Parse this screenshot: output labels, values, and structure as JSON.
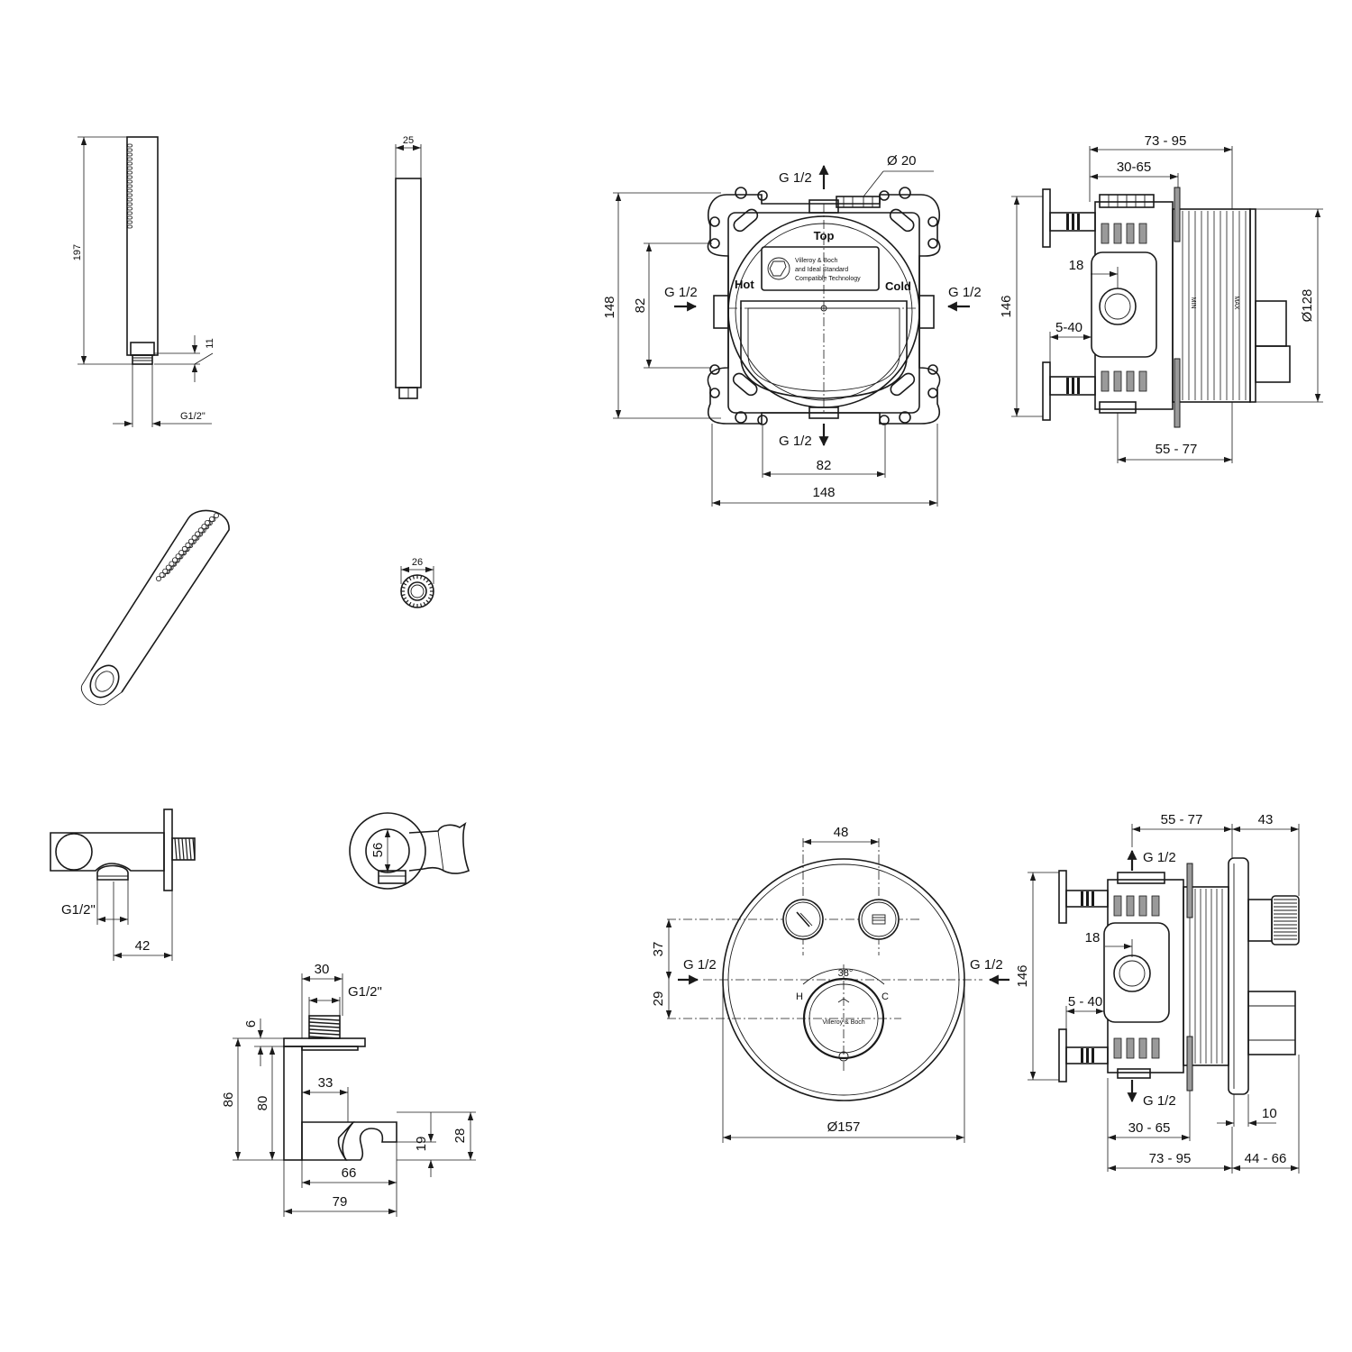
{
  "views": {
    "handshower_front": {
      "d_length": "197",
      "d_thread_len": "11",
      "d_thread": "G1/2\""
    },
    "handshower_side": {
      "d_width": "25"
    },
    "handshower_end": {
      "d_diameter": "26"
    },
    "box_front": {
      "top_inlet": "G 1/2",
      "bottom_outlet": "G 1/2",
      "left_inlet": "G 1/2",
      "right_inlet": "G 1/2",
      "d_top_pipe": "Ø 20",
      "d_height": "148",
      "d_inner_height": "82",
      "d_inner_width": "82",
      "d_width": "148",
      "label_top": "Top",
      "label_hot": "Hot",
      "label_cold": "Cold",
      "logo_line1": "Villeroy & Boch",
      "logo_line2": "and Ideal Standard",
      "logo_line3": "Compatible Technology"
    },
    "box_side": {
      "d_top_range": "73 - 95",
      "d_mid_range": "30-65",
      "d_pipe": "18",
      "d_height": "146",
      "d_offset": "5-40",
      "d_diameter": "Ø128",
      "d_bottom_range": "55 - 77",
      "mark_min": "MIN",
      "mark_max": "MAX"
    },
    "wall_elbow_front": {
      "d_thread": "G1/2\"",
      "d_depth": "42"
    },
    "wall_elbow_end": {
      "d_diameter": "56"
    },
    "wall_elbow_side": {
      "d_width": "30",
      "d_thread": "G1/2\"",
      "d_thread_height": "6",
      "d_total_height": "86",
      "d_height": "80",
      "d_holder_offset": "33",
      "d_holder_height": "28",
      "d_holder_slot": "19",
      "d_depth_inner": "66",
      "d_depth_total": "79"
    },
    "trim_front": {
      "d_button_spacing": "48",
      "d_upper": "37",
      "d_lower": "29",
      "left_inlet": "G 1/2",
      "right_inlet": "G 1/2",
      "angle": "38°",
      "label_h": "H",
      "label_c": "C",
      "knob_brand": "Villeroy & Boch",
      "d_diameter": "Ø157"
    },
    "trim_side": {
      "d_box_range": "55 - 77",
      "d_trim_depth": "43",
      "top_outlet": "G 1/2",
      "d_pipe": "18",
      "d_height": "146",
      "d_offset": "5 - 40",
      "bottom_outlet": "G 1/2",
      "d_mid_range": "30 - 65",
      "d_plate": "10",
      "d_total_range": "73 - 95",
      "d_knob_range": "44 - 66"
    }
  }
}
